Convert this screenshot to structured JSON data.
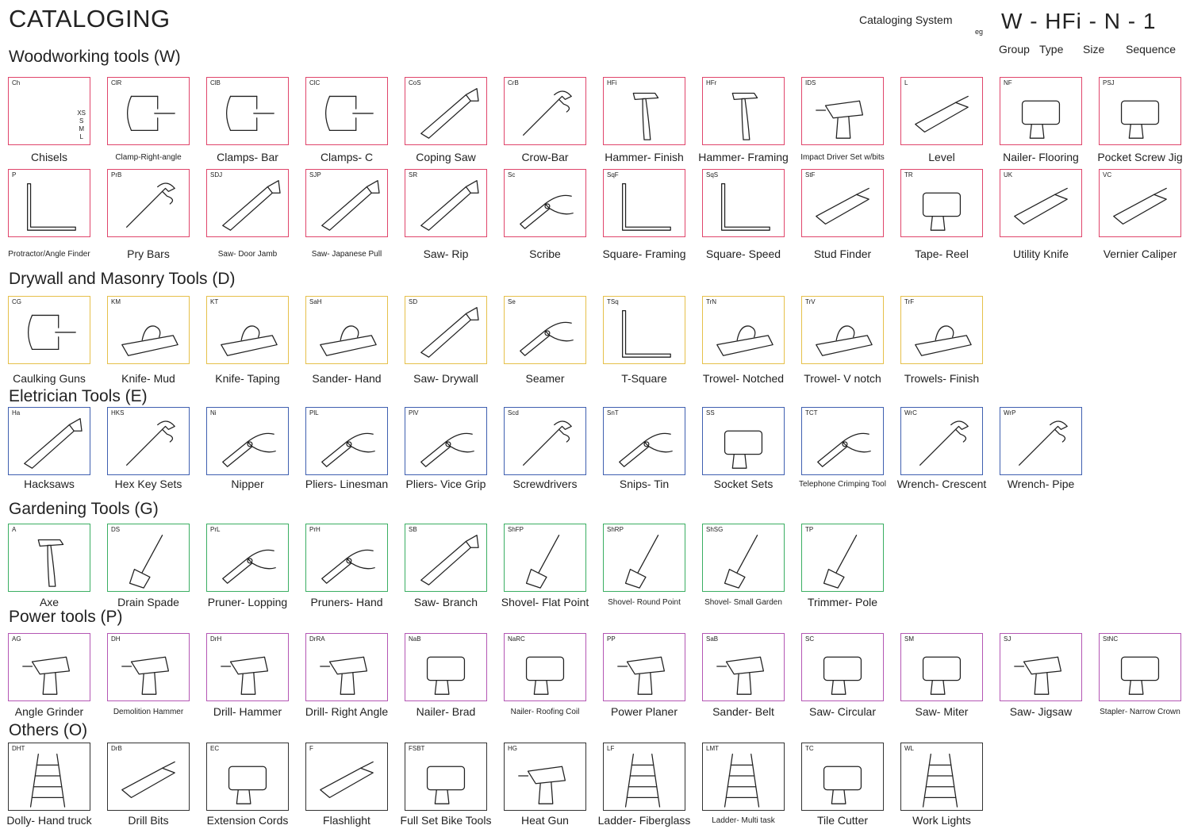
{
  "header": {
    "title": "CATALOGING",
    "system_label": "Cataloging System",
    "eg_label": "eg",
    "example_code": "W - HFi - N - 1",
    "legend": [
      "Group",
      "Type",
      "Size",
      "Sequence"
    ]
  },
  "sizes_list": [
    "XS",
    "S",
    "M",
    "L"
  ],
  "colors": {
    "woodworking": "#e0456b",
    "drywall": "#e6c04a",
    "electrician": "#3f5fb0",
    "gardening": "#3aae62",
    "power": "#b456b4",
    "others": "#333333"
  },
  "sections": [
    {
      "title": "Woodworking tools (W)",
      "tools": [
        {
          "abbr": "Ch",
          "name": "Chisels",
          "icon": "chisel-icon"
        },
        {
          "abbr": "ClR",
          "name": "Clamp-Right-angle",
          "icon": "right-angle-clamp-icon"
        },
        {
          "abbr": "ClB",
          "name": "Clamps- Bar",
          "icon": "bar-clamp-icon"
        },
        {
          "abbr": "ClC",
          "name": "Clamps- C",
          "icon": "c-clamp-icon"
        },
        {
          "abbr": "CoS",
          "name": "Coping Saw",
          "icon": "coping-saw-icon"
        },
        {
          "abbr": "CrB",
          "name": "Crow-Bar",
          "icon": "crowbar-icon"
        },
        {
          "abbr": "HFi",
          "name": "Hammer- Finish",
          "icon": "finish-hammer-icon"
        },
        {
          "abbr": "HFr",
          "name": "Hammer- Framing",
          "icon": "framing-hammer-icon"
        },
        {
          "abbr": "IDS",
          "name": "Impact Driver Set w/bits",
          "icon": "impact-driver-icon"
        },
        {
          "abbr": "L",
          "name": "Level",
          "icon": "level-icon"
        },
        {
          "abbr": "NF",
          "name": "Nailer- Flooring",
          "icon": "flooring-nailer-icon"
        },
        {
          "abbr": "PSJ",
          "name": "Pocket Screw Jig",
          "icon": "pocket-jig-icon"
        },
        {
          "abbr": "P",
          "name": "Protractor/Angle Finder",
          "icon": "protractor-icon"
        },
        {
          "abbr": "PrB",
          "name": "Pry Bars",
          "icon": "pry-bar-icon"
        },
        {
          "abbr": "SDJ",
          "name": "Saw- Door Jamb",
          "icon": "jamb-saw-icon"
        },
        {
          "abbr": "SJP",
          "name": "Saw- Japanese Pull",
          "icon": "japanese-saw-icon"
        },
        {
          "abbr": "SR",
          "name": "Saw- Rip",
          "icon": "rip-saw-icon"
        },
        {
          "abbr": "Sc",
          "name": "Scribe",
          "icon": "scribe-icon"
        },
        {
          "abbr": "SqF",
          "name": "Square- Framing",
          "icon": "framing-square-icon"
        },
        {
          "abbr": "SqS",
          "name": "Square- Speed",
          "icon": "speed-square-icon"
        },
        {
          "abbr": "StF",
          "name": "Stud Finder",
          "icon": "stud-finder-icon"
        },
        {
          "abbr": "TR",
          "name": "Tape- Reel",
          "icon": "tape-reel-icon"
        },
        {
          "abbr": "UK",
          "name": "Utility Knife",
          "icon": "utility-knife-icon"
        },
        {
          "abbr": "VC",
          "name": "Vernier Caliper",
          "icon": "caliper-icon"
        }
      ]
    },
    {
      "title": "Drywall and Masonry Tools (D)",
      "tools": [
        {
          "abbr": "CG",
          "name": "Caulking Guns",
          "icon": "caulking-gun-icon"
        },
        {
          "abbr": "KM",
          "name": "Knife- Mud",
          "icon": "mud-knife-icon"
        },
        {
          "abbr": "KT",
          "name": "Knife- Taping",
          "icon": "taping-knife-icon"
        },
        {
          "abbr": "SaH",
          "name": "Sander- Hand",
          "icon": "hand-sander-icon"
        },
        {
          "abbr": "SD",
          "name": "Saw- Drywall",
          "icon": "drywall-saw-icon"
        },
        {
          "abbr": "Se",
          "name": "Seamer",
          "icon": "seamer-icon"
        },
        {
          "abbr": "TSq",
          "name": "T-Square",
          "icon": "t-square-icon"
        },
        {
          "abbr": "TrN",
          "name": "Trowel- Notched",
          "icon": "notched-trowel-icon"
        },
        {
          "abbr": "TrV",
          "name": "Trowel- V notch",
          "icon": "v-notch-trowel-icon"
        },
        {
          "abbr": "TrF",
          "name": "Trowels- Finish",
          "icon": "finish-trowel-icon"
        }
      ]
    },
    {
      "title": "Eletrician Tools (E)",
      "tools": [
        {
          "abbr": "Ha",
          "name": "Hacksaws",
          "icon": "hacksaw-icon"
        },
        {
          "abbr": "HKS",
          "name": "Hex Key Sets",
          "icon": "hex-key-icon"
        },
        {
          "abbr": "Ni",
          "name": "Nipper",
          "icon": "nipper-icon"
        },
        {
          "abbr": "PlL",
          "name": "Pliers- Linesman",
          "icon": "linesman-pliers-icon"
        },
        {
          "abbr": "PlV",
          "name": "Pliers- Vice Grip",
          "icon": "vice-grip-icon"
        },
        {
          "abbr": "Scd",
          "name": "Screwdrivers",
          "icon": "screwdriver-icon"
        },
        {
          "abbr": "SnT",
          "name": "Snips- Tin",
          "icon": "tin-snips-icon"
        },
        {
          "abbr": "SS",
          "name": "Socket Sets",
          "icon": "socket-set-icon"
        },
        {
          "abbr": "TCT",
          "name": "Telephone Crimping Tool",
          "icon": "crimping-tool-icon"
        },
        {
          "abbr": "WrC",
          "name": "Wrench- Crescent",
          "icon": "crescent-wrench-icon"
        },
        {
          "abbr": "WrP",
          "name": "Wrench- Pipe",
          "icon": "pipe-wrench-icon"
        }
      ]
    },
    {
      "title": "Gardening Tools (G)",
      "tools": [
        {
          "abbr": "A",
          "name": "Axe",
          "icon": "axe-icon"
        },
        {
          "abbr": "DS",
          "name": "Drain Spade",
          "icon": "drain-spade-icon"
        },
        {
          "abbr": "PrL",
          "name": "Pruner- Lopping",
          "icon": "lopping-pruner-icon"
        },
        {
          "abbr": "PrH",
          "name": "Pruners- Hand",
          "icon": "hand-pruner-icon"
        },
        {
          "abbr": "SB",
          "name": "Saw- Branch",
          "icon": "branch-saw-icon"
        },
        {
          "abbr": "ShFP",
          "name": "Shovel- Flat Point",
          "icon": "flat-shovel-icon"
        },
        {
          "abbr": "ShRP",
          "name": "Shovel- Round Point",
          "icon": "round-shovel-icon"
        },
        {
          "abbr": "ShSG",
          "name": "Shovel- Small Garden",
          "icon": "garden-trowel-icon"
        },
        {
          "abbr": "TP",
          "name": "Trimmer- Pole",
          "icon": "pole-trimmer-icon"
        }
      ]
    },
    {
      "title": "Power tools (P)",
      "tools": [
        {
          "abbr": "AG",
          "name": "Angle Grinder",
          "icon": "angle-grinder-icon"
        },
        {
          "abbr": "DH",
          "name": "Demolition Hammer",
          "icon": "demolition-hammer-icon"
        },
        {
          "abbr": "DrH",
          "name": "Drill- Hammer",
          "icon": "hammer-drill-icon"
        },
        {
          "abbr": "DrRA",
          "name": "Drill- Right Angle",
          "icon": "right-angle-drill-icon"
        },
        {
          "abbr": "NaB",
          "name": "Nailer- Brad",
          "icon": "brad-nailer-icon"
        },
        {
          "abbr": "NaRC",
          "name": "Nailer- Roofing Coil",
          "icon": "roofing-nailer-icon"
        },
        {
          "abbr": "PP",
          "name": "Power Planer",
          "icon": "power-planer-icon"
        },
        {
          "abbr": "SaB",
          "name": "Sander- Belt",
          "icon": "belt-sander-icon"
        },
        {
          "abbr": "SC",
          "name": "Saw- Circular",
          "icon": "circular-saw-icon"
        },
        {
          "abbr": "SM",
          "name": "Saw- Miter",
          "icon": "miter-saw-icon"
        },
        {
          "abbr": "SJ",
          "name": "Saw- Jigsaw",
          "icon": "jigsaw-icon"
        },
        {
          "abbr": "StNC",
          "name": "Stapler- Narrow Crown",
          "icon": "stapler-icon"
        }
      ]
    },
    {
      "title": "Others (O)",
      "tools": [
        {
          "abbr": "DHT",
          "name": "Dolly- Hand truck",
          "icon": "hand-truck-icon"
        },
        {
          "abbr": "DrB",
          "name": "Drill Bits",
          "icon": "drill-bits-icon"
        },
        {
          "abbr": "EC",
          "name": "Extension Cords",
          "icon": "extension-cord-icon"
        },
        {
          "abbr": "F",
          "name": "Flashlight",
          "icon": "flashlight-icon"
        },
        {
          "abbr": "FSBT",
          "name": "Full Set Bike Tools",
          "icon": "bike-tools-icon"
        },
        {
          "abbr": "HG",
          "name": "Heat Gun",
          "icon": "heat-gun-icon"
        },
        {
          "abbr": "LF",
          "name": "Ladder- Fiberglass",
          "icon": "ladder-icon"
        },
        {
          "abbr": "LMT",
          "name": "Ladder- Multi task",
          "icon": "multi-ladder-icon"
        },
        {
          "abbr": "TC",
          "name": "Tile Cutter",
          "icon": "tile-cutter-icon"
        },
        {
          "abbr": "WL",
          "name": "Work Lights",
          "icon": "work-lights-icon"
        }
      ]
    }
  ]
}
